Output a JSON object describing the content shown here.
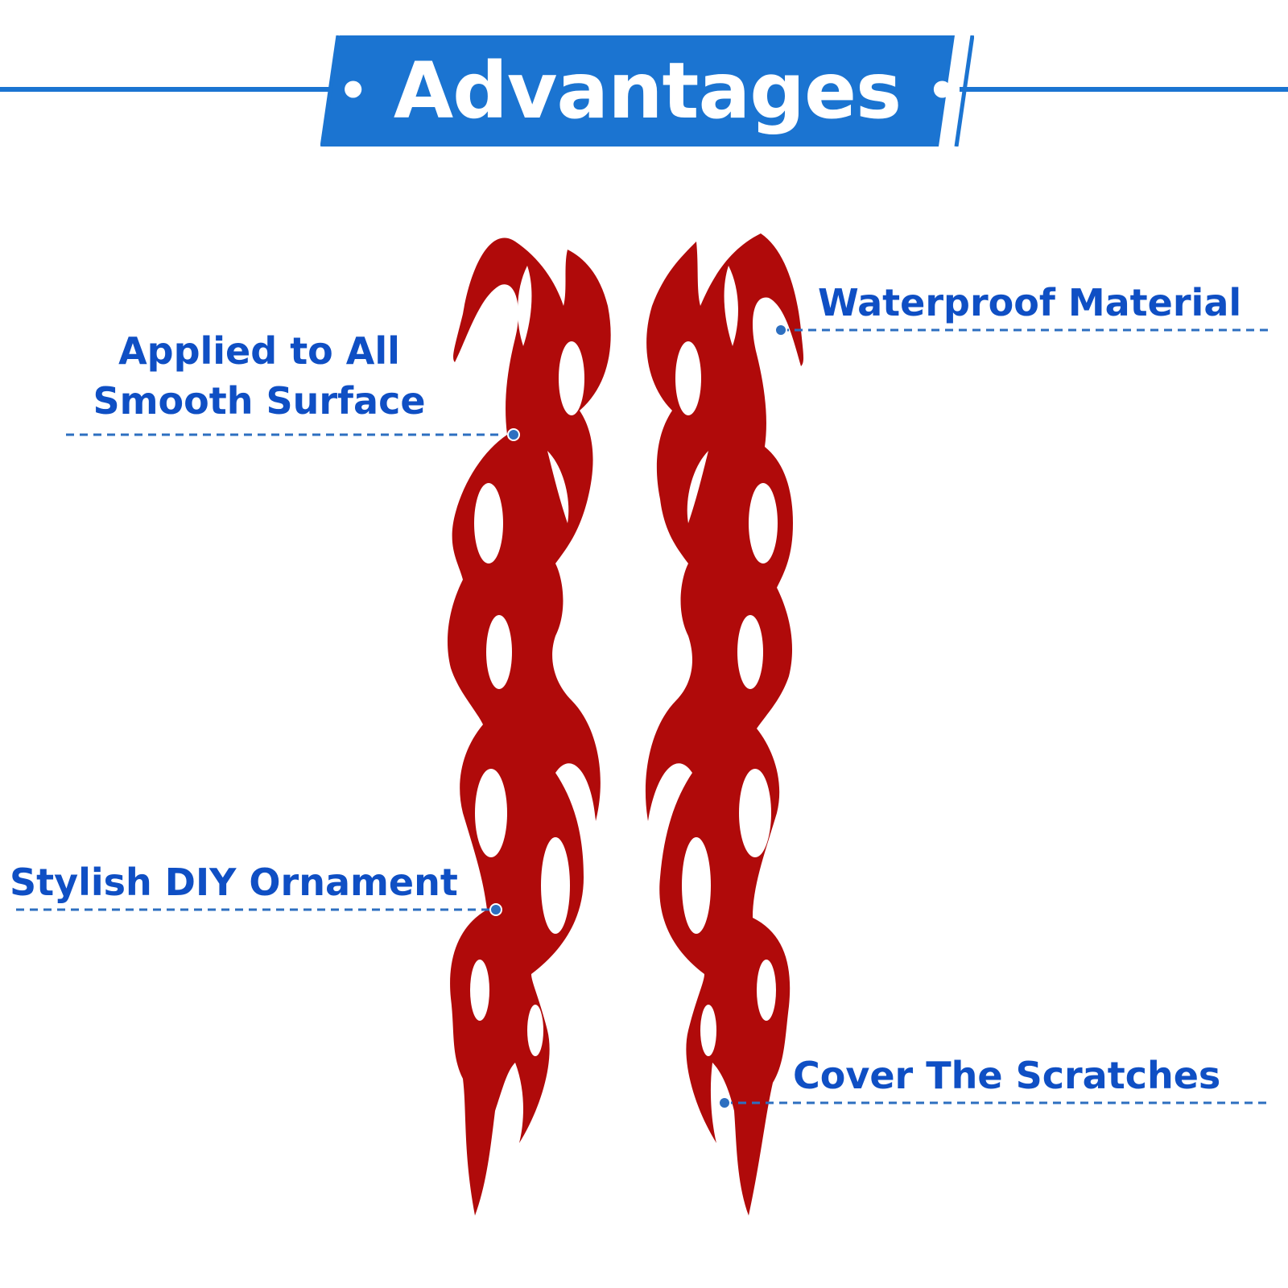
{
  "header": {
    "title": "Advantages",
    "dot": "•"
  },
  "features": {
    "surface_line1": "Applied to All",
    "surface_line2": "Smooth Surface",
    "waterproof": "Waterproof Material",
    "stylish": "Stylish DIY Ornament",
    "scratches": "Cover The Scratches"
  },
  "colors": {
    "brand_blue": "#1b74d1",
    "label_blue": "#0f4fc4",
    "flame_red": "#b00a0a",
    "background": "#ffffff"
  }
}
